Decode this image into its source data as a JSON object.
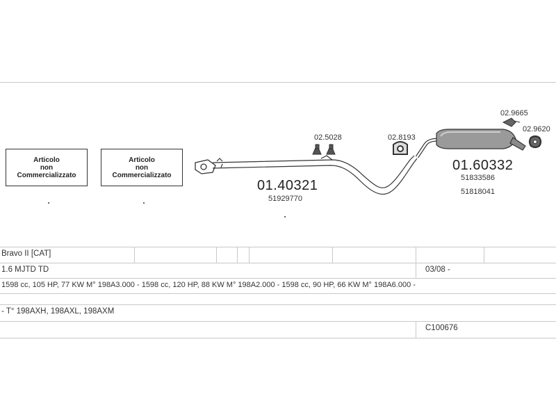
{
  "not_commercialized_boxes": [
    {
      "line1": "Articolo",
      "line2": "non",
      "line3": "Commercializzato"
    },
    {
      "line1": "Articolo",
      "line2": "non",
      "line3": "Commercializzato"
    }
  ],
  "parts": {
    "front_pipe": {
      "code": "01.40321",
      "ref": "51929770"
    },
    "rear_muffler": {
      "code": "01.60332",
      "ref1": "51833586",
      "ref2": "51818041"
    },
    "clamp_pair": {
      "code": "02.5028"
    },
    "hanger_mid": {
      "code": "02.8193"
    },
    "rubber_top": {
      "code": "02.9665"
    },
    "rubber_rear": {
      "code": "02.9620"
    }
  },
  "table": {
    "model": "Bravo II  [CAT]",
    "engine": "1.6 MJTD TD",
    "date": "03/08 -",
    "specs": "1598 cc, 105 HP, 77 KW M° 198A3.000 - 1598 cc, 120 HP, 88 KW M° 198A2.000 - 1598 cc, 90 HP, 66 KW M° 198A6.000 -",
    "types": "- T° 198AXH, 198AXL, 198AXM",
    "kit_code": "C100676"
  }
}
